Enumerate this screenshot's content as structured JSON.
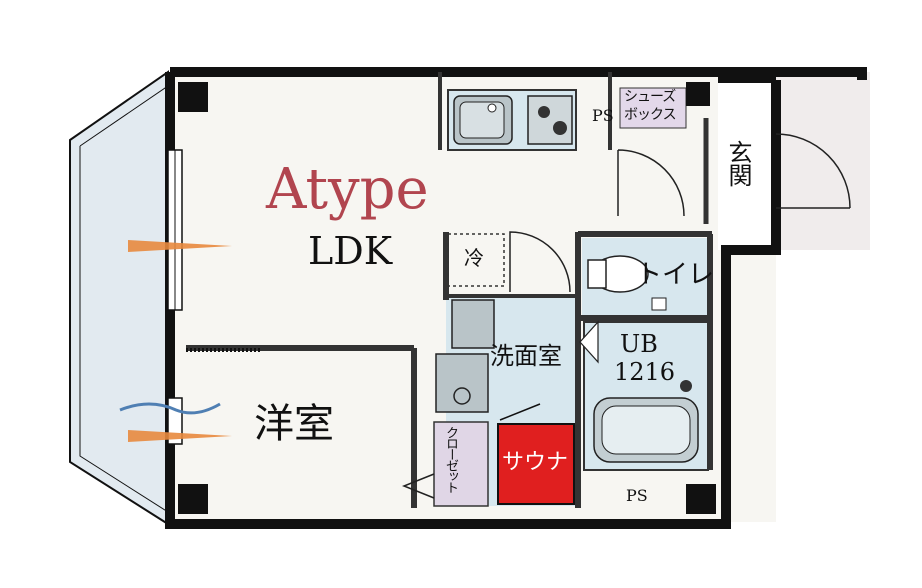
{
  "plan": {
    "type_label": "Atype",
    "rooms": {
      "ldk": "LDK",
      "western_room": "洋室",
      "washroom": "洗面室",
      "ub_line1": "UB",
      "ub_line2": "1216",
      "toilet": "トイレ",
      "entrance": "玄関",
      "closet": "クローゼット",
      "sauna": "サウナ",
      "fridge": "冷",
      "shoe_box_line1": "シューズ",
      "shoe_box_line2": "ボックス",
      "ps_top": "PS",
      "ps_bottom": "PS"
    }
  },
  "colors": {
    "type_label": "#b1454f",
    "wall": "#111111",
    "floor": "#f7f6f2",
    "wet_area": "#d7e7ee",
    "closet": "#e0d6e6",
    "shoe_box": "#e3d8ea",
    "sauna": "#e01f1f",
    "balcony": "#e2eaf0",
    "outside": "#f0ecec",
    "air_arrow": "#e8893e"
  }
}
